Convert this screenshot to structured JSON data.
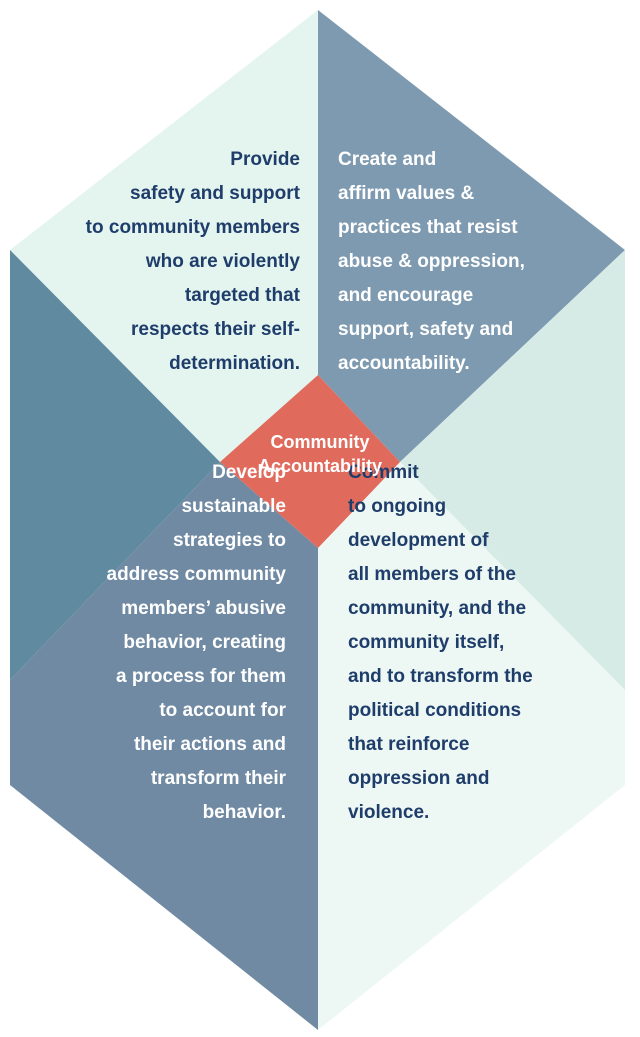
{
  "colors": {
    "light_mint": "#e4f4ef",
    "pale_mint": "#edf8f4",
    "slate_blue": "#7e9ab0",
    "slate_dark": "#6f8aa2",
    "teal_gray": "#5f8aa0",
    "mint_gray": "#d6ebe6",
    "coral": "#e06b5d",
    "navy_text": "#1f3d6b",
    "white_text": "#ffffff"
  },
  "center": {
    "lines": [
      "Community",
      "Accountability"
    ]
  },
  "quadrants": {
    "top_left": {
      "lines": [
        "Provide",
        "safety and support",
        "to community members",
        "who are violently",
        "targeted that",
        "respects their self-",
        "determination."
      ]
    },
    "top_right": {
      "lines": [
        "Create and",
        "affirm values &",
        "practices that resist",
        "abuse & oppression,",
        "and encourage",
        "support, safety and",
        "accountability."
      ]
    },
    "bottom_left": {
      "lines": [
        "Develop",
        "sustainable",
        "strategies to",
        "address community",
        "members’ abusive",
        "behavior, creating",
        "a process for them",
        "to account for",
        "their actions and",
        "transform their",
        "behavior."
      ]
    },
    "bottom_right": {
      "lines": [
        "Commit",
        "to ongoing",
        "development of",
        "all members of the",
        "community, and the",
        "community itself,",
        "and to transform the",
        "political conditions",
        "that reinforce",
        "oppression and",
        "violence."
      ]
    }
  }
}
